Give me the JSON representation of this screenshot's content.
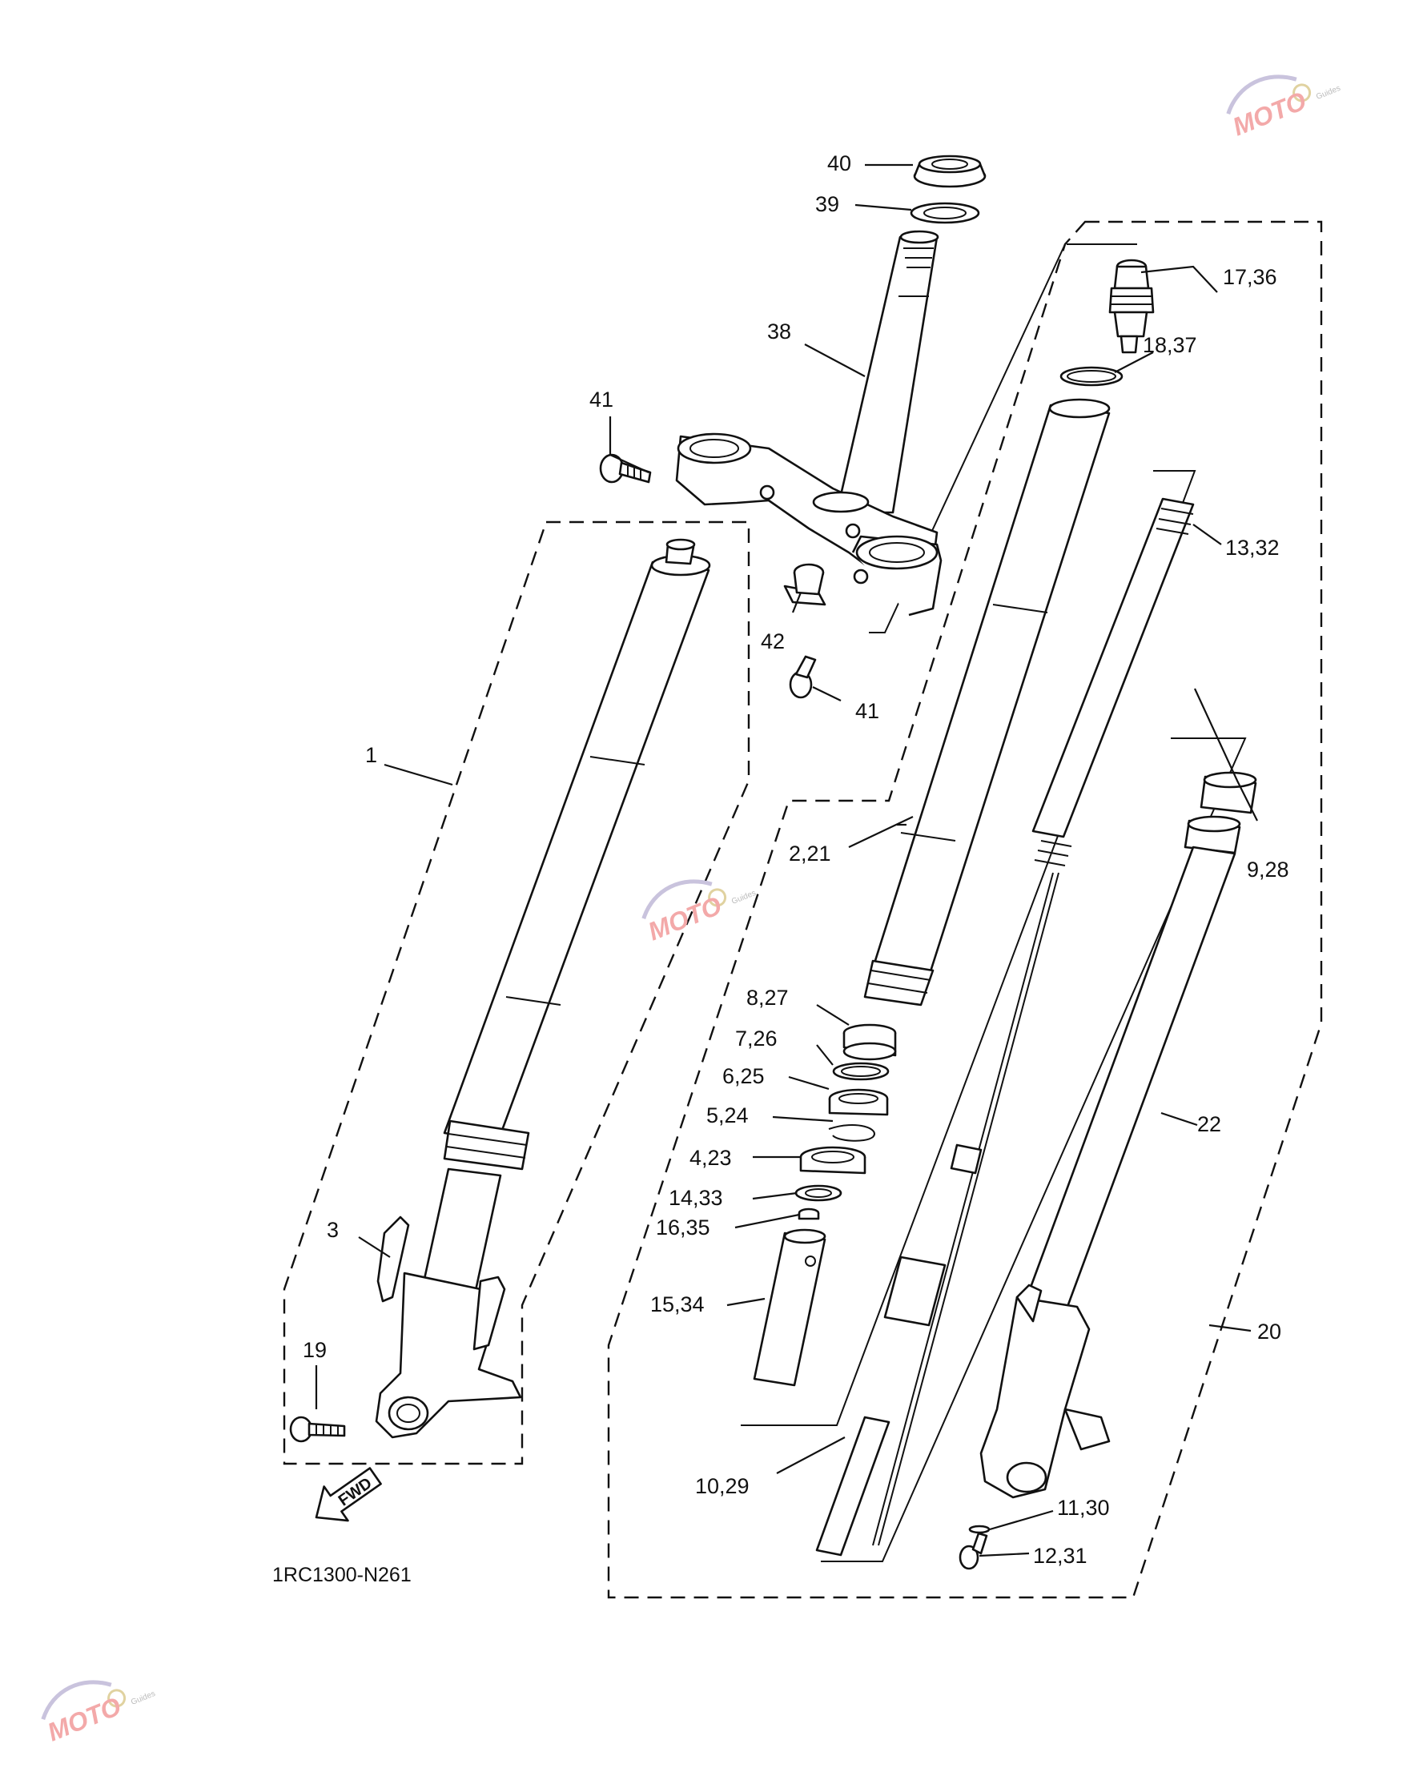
{
  "diagram": {
    "code": "1RC1300-N261",
    "fwd_label": "FWD",
    "labels": [
      "40",
      "39",
      "38",
      "41",
      "41",
      "42",
      "17,36",
      "18,37",
      "13,32",
      "1",
      "2,21",
      "9,28",
      "8,27",
      "7,26",
      "6,25",
      "5,24",
      "4,23",
      "14,33",
      "16,35",
      "15,34",
      "22",
      "3",
      "19",
      "20",
      "10,29",
      "11,30",
      "12,31"
    ]
  },
  "watermark": {
    "brand": "MOTO",
    "tagline": "Guides"
  },
  "colors": {
    "line": "#111111",
    "watermark": "#f3a9a9"
  }
}
